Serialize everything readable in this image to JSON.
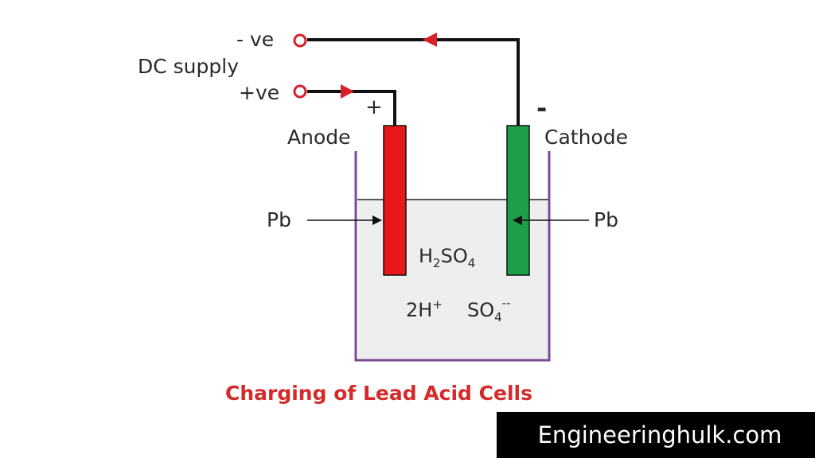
{
  "labels": {
    "negative_terminal": "- ve",
    "positive_terminal": "+ve",
    "supply": "DC supply",
    "plus_sign": "+",
    "minus_sign": "-",
    "anode": "Anode",
    "cathode": "Cathode",
    "anode_material": "Pb",
    "cathode_material": "Pb"
  },
  "electrolyte": {
    "formula_main": "H",
    "formula_sub1": "2",
    "formula_rest": "SO",
    "formula_sub2": "4",
    "ion_left": "2H",
    "ion_left_charge": "+",
    "ion_right": "SO",
    "ion_right_sub": "4",
    "ion_right_charge": "--"
  },
  "caption": "Charging of Lead Acid Cells",
  "watermark": "Engineeringhulk.com",
  "colors": {
    "anode": "#e81818",
    "cathode": "#1e9e46",
    "container": "#7b4a96",
    "electrolyte": "#eeeeee",
    "terminal": "#d81f2a",
    "caption": "#d42a2a",
    "wire": "#111111"
  }
}
